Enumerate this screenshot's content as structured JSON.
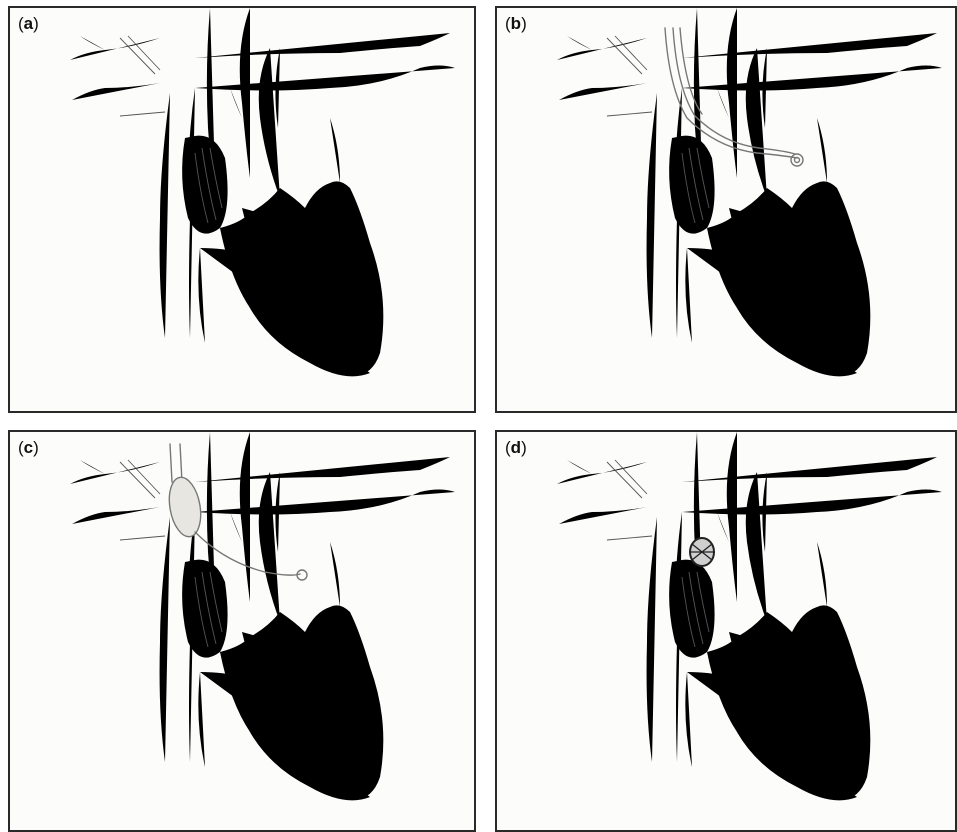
{
  "panels": [
    {
      "id": "a",
      "label": "a",
      "device": "none"
    },
    {
      "id": "b",
      "label": "b",
      "device": "guidewire"
    },
    {
      "id": "c",
      "label": "c",
      "device": "balloon"
    },
    {
      "id": "d",
      "label": "d",
      "device": "occluder"
    }
  ],
  "colors": {
    "line": "#222222",
    "device": "#777777",
    "frame": "#2a2a2a"
  }
}
